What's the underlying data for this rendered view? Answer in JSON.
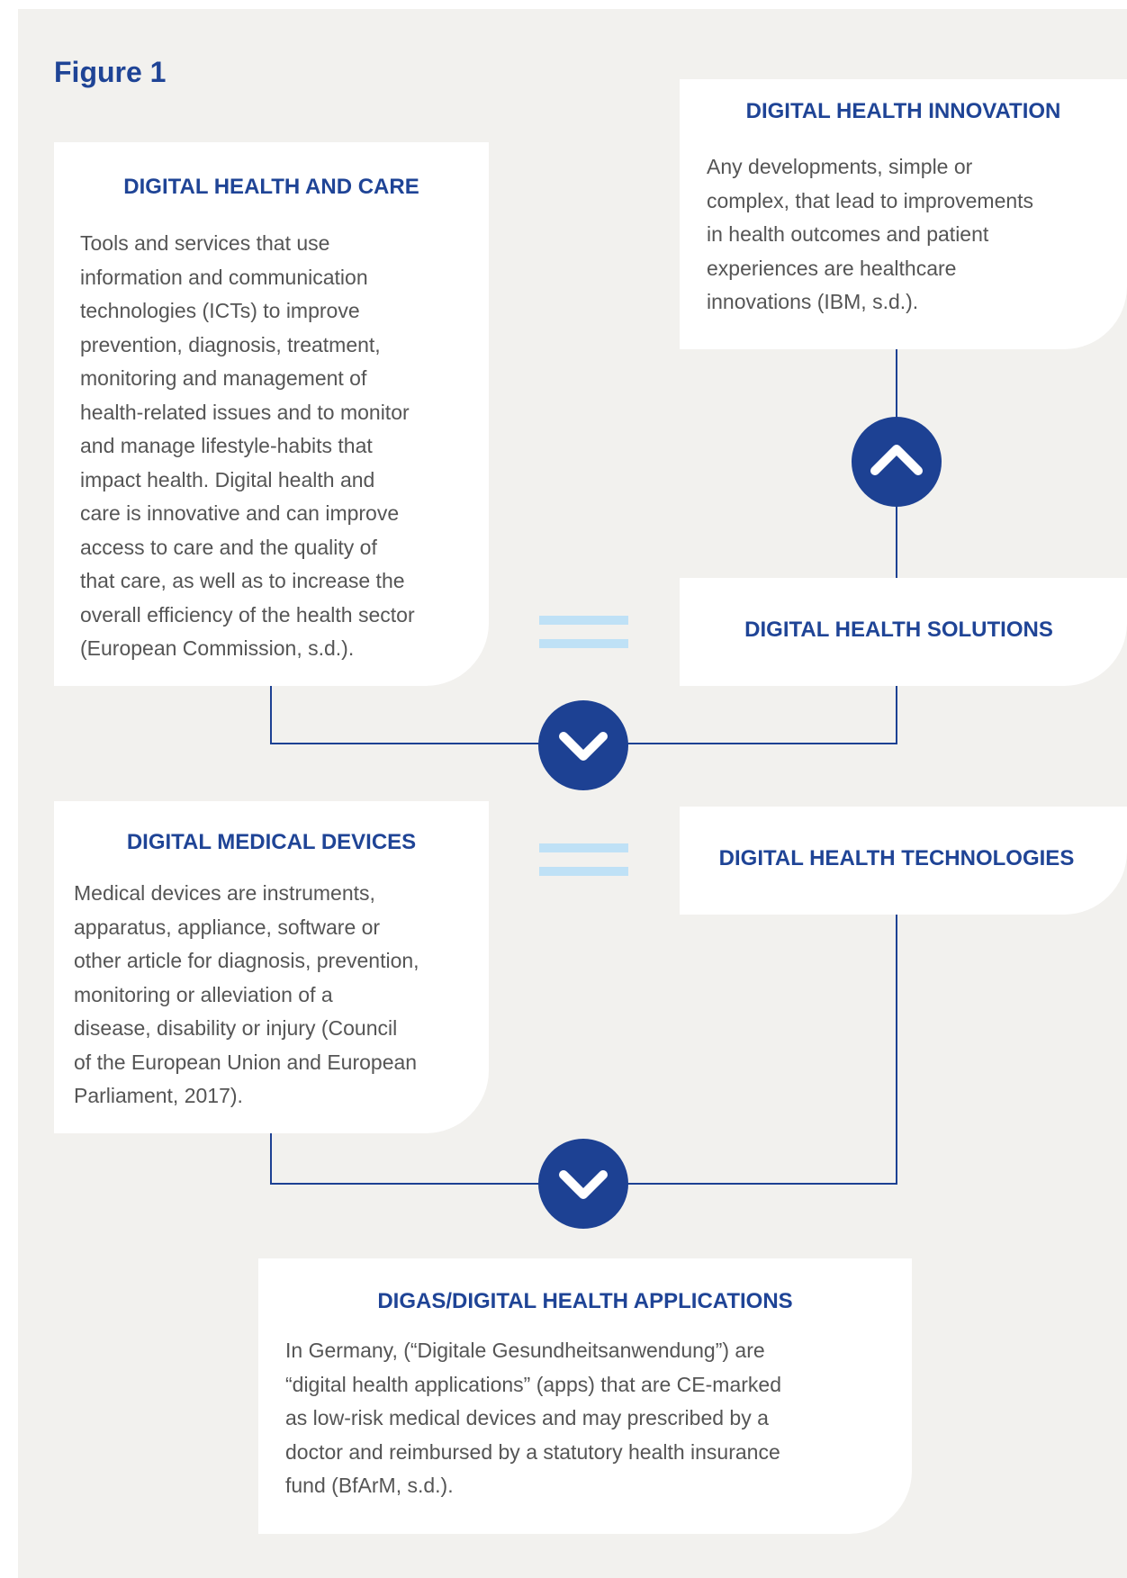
{
  "figure_title": "Figure 1",
  "cards": {
    "innovation": {
      "title": "DIGITAL HEALTH INNOVATION",
      "lines": [
        "Any developments, simple or",
        "complex, that lead to improvements",
        "in health outcomes and patient",
        "experiences are healthcare",
        "innovations (IBM, s.d.)."
      ]
    },
    "care": {
      "title": "DIGITAL HEALTH AND CARE",
      "lines": [
        "Tools and services that use",
        "information and communication",
        "technologies (ICTs) to improve",
        "prevention, diagnosis, treatment,",
        "monitoring and management of",
        "health-related issues and to monitor",
        "and manage lifestyle-habits that",
        "impact health. Digital health and",
        "care is innovative and can improve",
        "access to care and the quality of",
        "that care, as well as to increase the",
        "overall efficiency of the health sector",
        "(European Commission, s.d.)."
      ]
    },
    "solutions": {
      "title": "DIGITAL HEALTH SOLUTIONS"
    },
    "devices": {
      "title": "DIGITAL MEDICAL DEVICES",
      "lines": [
        "Medical devices are instruments,",
        "apparatus, appliance, software or",
        "other article for diagnosis, prevention,",
        "monitoring or alleviation of a",
        "disease, disability or injury (Council",
        "of the European Union and European",
        "Parliament, 2017)."
      ]
    },
    "technologies": {
      "title": "DIGITAL HEALTH TECHNOLOGIES"
    },
    "digas": {
      "title": "DIGAS/DIGITAL HEALTH APPLICATIONS",
      "lines": [
        "In Germany, (“Digitale Gesundheitsanwendung”) are",
        "“digital health applications” (apps) that are CE-marked",
        "as low-risk medical devices and may prescribed by a",
        "doctor and reimbursed by a statutory health insurance",
        "fund (BfArM, s.d.)."
      ]
    }
  },
  "colors": {
    "background": "#f2f1ee",
    "card": "#ffffff",
    "title": "#1f4496",
    "body_text": "#555555",
    "connector": "#1d4193",
    "equals_sign": "#bfe1f6"
  },
  "icons": {
    "up_arrow": "chevron-up-icon",
    "down_arrow": "chevron-down-icon",
    "equals": "equals-sign-icon"
  }
}
